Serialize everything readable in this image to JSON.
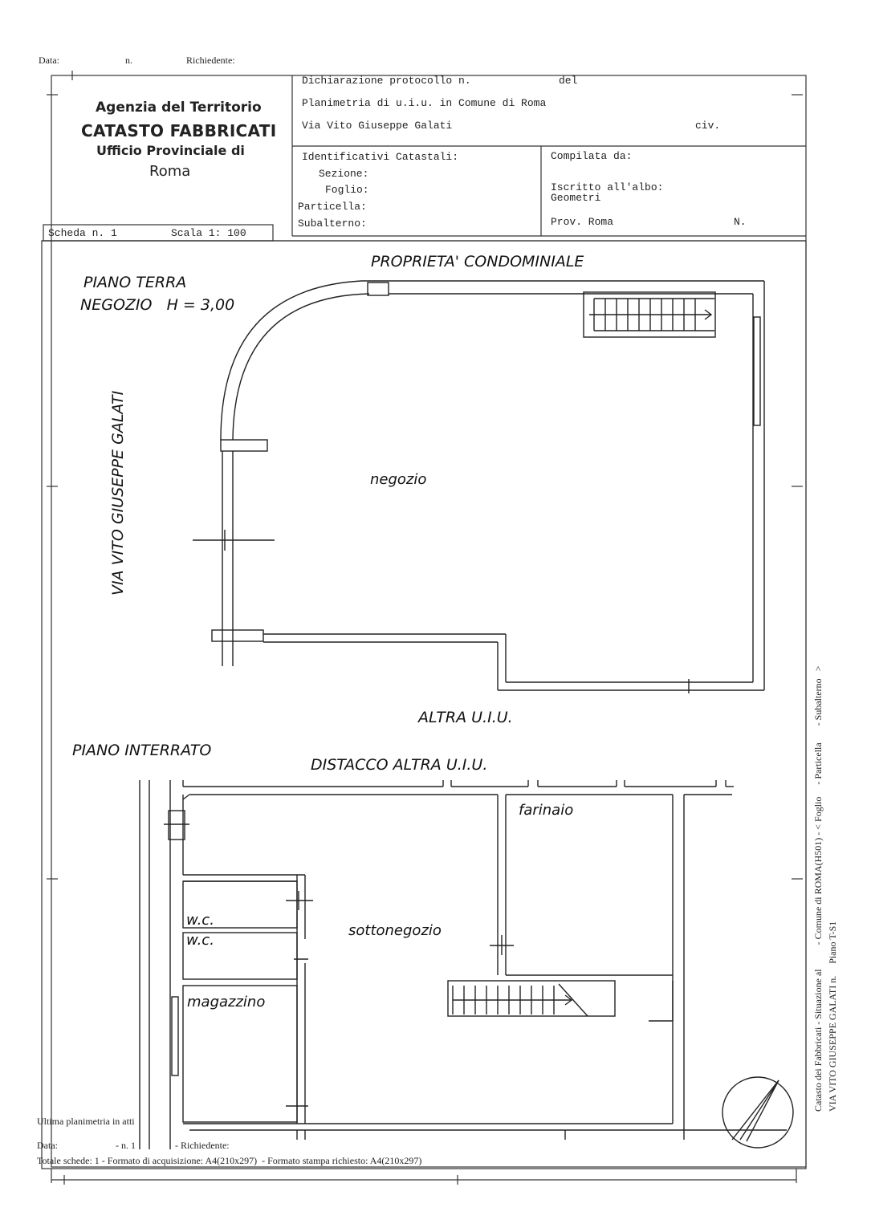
{
  "top_bar": {
    "data_label": "Data:",
    "n_label": "n.",
    "richiedente_label": "Richiedente:"
  },
  "agency": {
    "line1": "Agenzia del Territorio",
    "line2": "CATASTO FABBRICATI",
    "line3": "Ufficio Provinciale di",
    "line4": "Roma"
  },
  "header": {
    "dichiarazione": "Dichiarazione protocollo n.",
    "del": "del",
    "planimetria": "Planimetria di u.i.u. in Comune di Roma",
    "via": "Via Vito Giuseppe Galati",
    "civ": "civ.",
    "identificativi": "Identificativi Catastali:",
    "sezione": "Sezione:",
    "foglio": "Foglio:",
    "particella": "Particella:",
    "subalterno": "Subalterno:",
    "compilata": "Compilata da:",
    "iscritto": "Iscritto all'albo:",
    "albo": "Geometri",
    "prov": "Prov. Roma",
    "n": "N."
  },
  "scheda": {
    "scheda": "Scheda n. 1",
    "scala": "Scala 1: 100"
  },
  "plan_labels": {
    "proprieta": "PROPRIETA' CONDOMINIALE",
    "piano_terra": "PIANO TERRA",
    "negozio_h": "NEGOZIO   H = 3,00",
    "street": "VIA VITO GIUSEPPE GALATI",
    "negozio": "negozio",
    "altra_uiu": "ALTRA U.I.U.",
    "piano_interrato": "PIANO INTERRATO",
    "distacco": "DISTACCO ALTRA U.I.U.",
    "farinaio": "farinaio",
    "sottonegozio": "sottonegozio",
    "wc1": "w.c.",
    "wc2": "w.c.",
    "magazzino": "magazzino"
  },
  "footer": {
    "ultima": "Ultima planimetria in atti",
    "data": "Data:",
    "n": "- n. 1",
    "richiedente": "- Richiedente:",
    "totale": "Totale schede: 1 - Formato di acquisizione: A4(210x297)  - Formato stampa richiesto: A4(210x297)"
  },
  "side_text": {
    "line1": "Catasto dei Fabbricati - Situazione al          - Comune di ROMA(H501) - < Foglio     - Particella       - Subalterno   >",
    "line2": "VIA VITO GIUSEPPE GALATI n.     Piano T-S1"
  }
}
